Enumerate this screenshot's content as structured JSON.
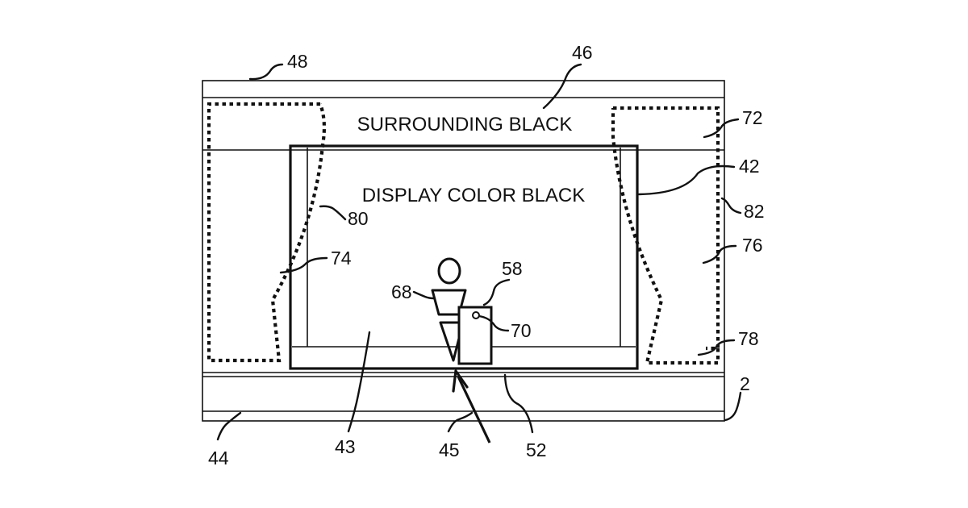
{
  "diagram": {
    "captions": {
      "surrounding": "SURROUNDING BLACK",
      "display": "DISPLAY COLOR BLACK"
    },
    "reference_numerals": {
      "n48": "48",
      "n46": "46",
      "n72": "72",
      "n42": "42",
      "n82": "82",
      "n80": "80",
      "n76": "76",
      "n74": "74",
      "n58": "58",
      "n68": "68",
      "n70": "70",
      "n78": "78",
      "n2": "2",
      "n44": "44",
      "n43": "43",
      "n45": "45",
      "n52": "52"
    },
    "colors": {
      "ink": "#111111",
      "background": "#ffffff"
    }
  }
}
